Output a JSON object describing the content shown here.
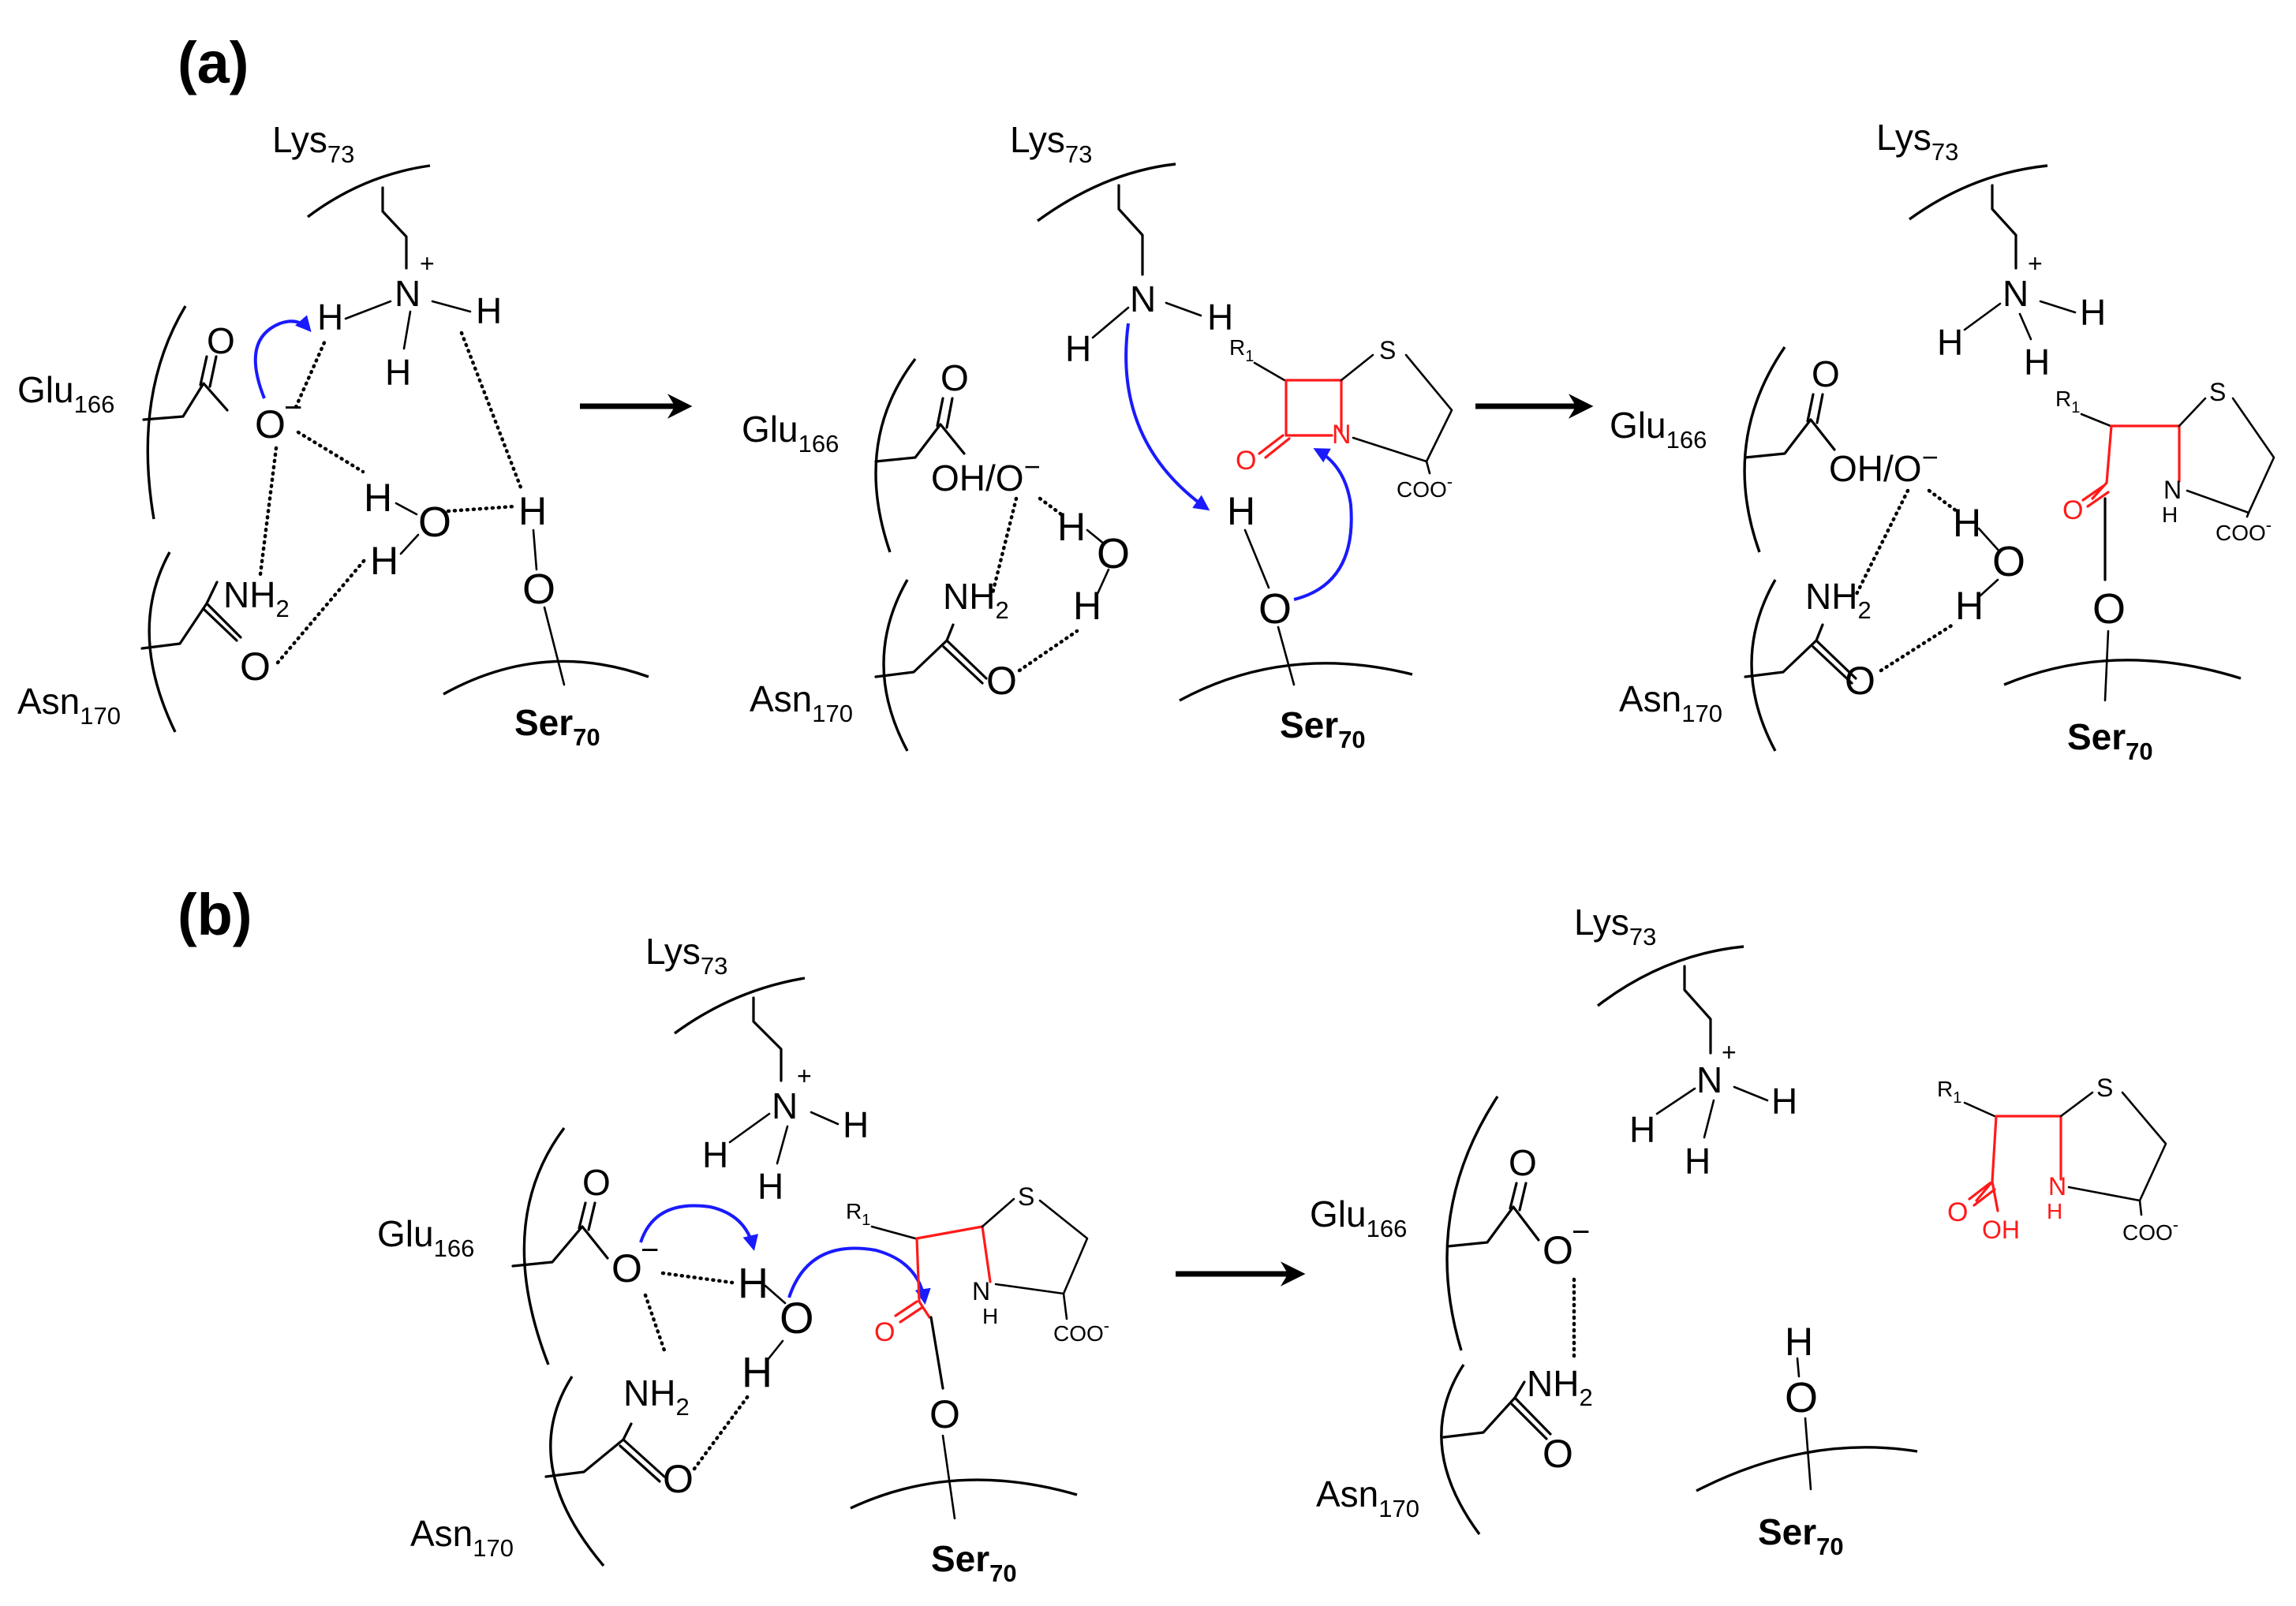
{
  "colors": {
    "bond": "#000000",
    "lactam": "#ff1a1a",
    "electron_arrow": "#1a1aff",
    "background": "#ffffff"
  },
  "panels": {
    "a": {
      "label": "(a)",
      "step1": {
        "lys": "Lys",
        "lys_sub": "73",
        "glu": "Glu",
        "glu_sub": "166",
        "asn": "Asn",
        "asn_sub": "170",
        "ser": "Ser",
        "ser_sub": "70"
      },
      "step2": {
        "lys": "Lys",
        "lys_sub": "73",
        "glu": "Glu",
        "glu_sub": "166",
        "asn": "Asn",
        "asn_sub": "170",
        "ser": "Ser",
        "ser_sub": "70",
        "oh_o": "OH/O",
        "lactam_o": "O",
        "lactam_n": "N",
        "s": "S",
        "r1": "R",
        "r1_sub": "1",
        "coo": "COO"
      },
      "step3": {
        "lys": "Lys",
        "lys_sub": "73",
        "glu": "Glu",
        "glu_sub": "166",
        "asn": "Asn",
        "asn_sub": "170",
        "ser": "Ser",
        "ser_sub": "70",
        "oh_o": "OH/O",
        "acyl_o": "O",
        "nh_n": "N",
        "nh_h": "H",
        "s": "S",
        "r1": "R",
        "r1_sub": "1",
        "coo": "COO"
      }
    },
    "b": {
      "label": "(b)",
      "step1": {
        "lys": "Lys",
        "lys_sub": "73",
        "glu": "Glu",
        "glu_sub": "166",
        "asn": "Asn",
        "asn_sub": "170",
        "ser": "Ser",
        "ser_sub": "70",
        "acyl_o": "O",
        "nh_n": "N",
        "nh_h": "H",
        "s": "S",
        "r1": "R",
        "r1_sub": "1",
        "coo": "COO"
      },
      "step2": {
        "lys": "Lys",
        "lys_sub": "73",
        "glu": "Glu",
        "glu_sub": "166",
        "asn": "Asn",
        "asn_sub": "170",
        "ser": "Ser",
        "ser_sub": "70",
        "acid_o": "O",
        "acid_oh": "OH",
        "nh_n": "N",
        "nh_h": "H",
        "s": "S",
        "r1": "R",
        "r1_sub": "1",
        "coo": "COO"
      }
    }
  },
  "atoms": {
    "O": "O",
    "H": "H",
    "N": "N",
    "NH": "NH",
    "sub2": "2",
    "plus": "+",
    "minus": "−",
    "coo_minus": "-"
  }
}
